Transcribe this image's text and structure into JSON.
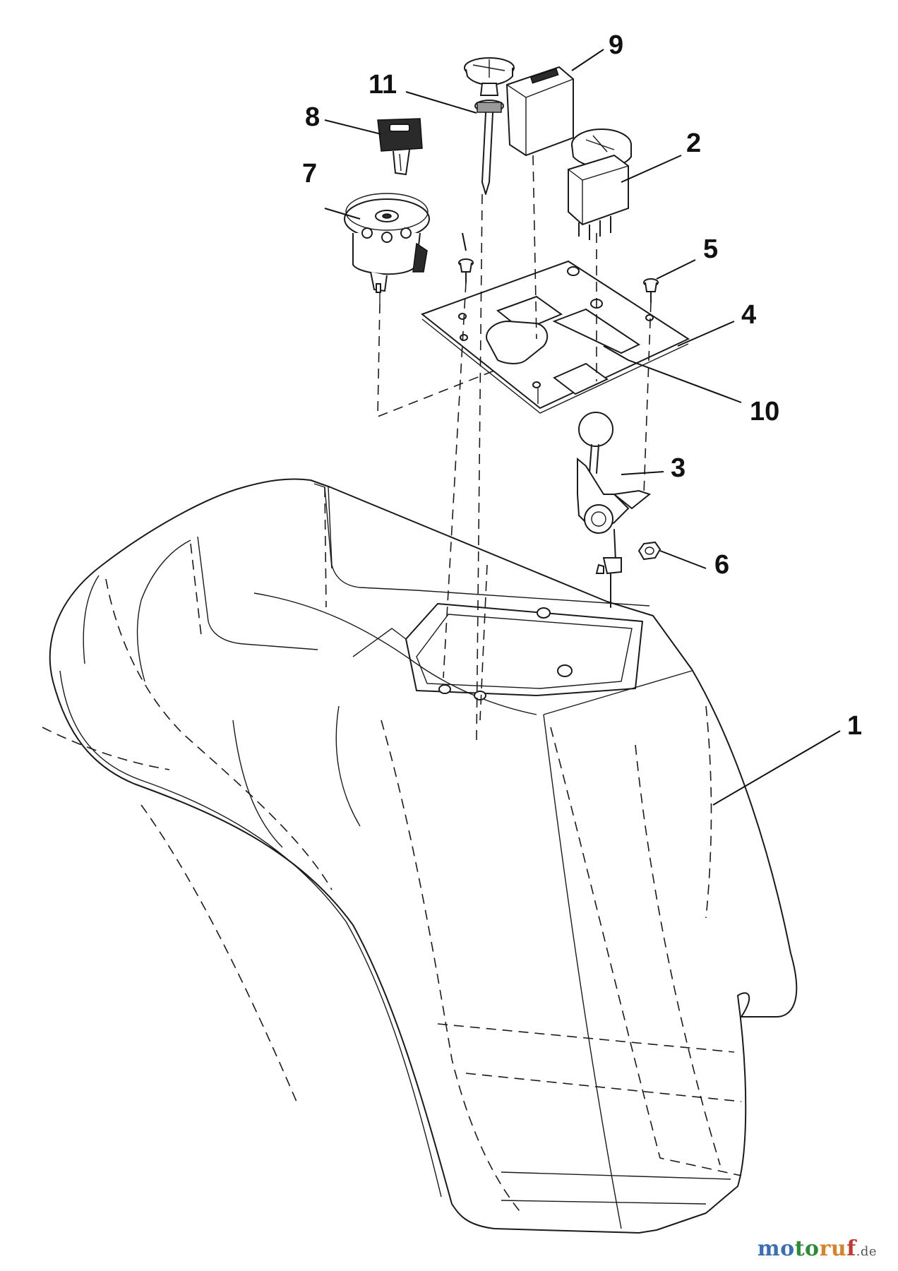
{
  "callouts": [
    {
      "id": "c1",
      "label": "1"
    },
    {
      "id": "c2",
      "label": "2"
    },
    {
      "id": "c3",
      "label": "3"
    },
    {
      "id": "c4",
      "label": "4"
    },
    {
      "id": "c5",
      "label": "5"
    },
    {
      "id": "c6",
      "label": "6"
    },
    {
      "id": "c7",
      "label": "7"
    },
    {
      "id": "c8",
      "label": "8"
    },
    {
      "id": "c9",
      "label": "9"
    },
    {
      "id": "c10",
      "label": "10"
    },
    {
      "id": "c11",
      "label": "11"
    }
  ],
  "watermark": {
    "part1": "mo",
    "part2": "to",
    "part3": "ru",
    "part4": "f",
    "suffix": ".de"
  }
}
